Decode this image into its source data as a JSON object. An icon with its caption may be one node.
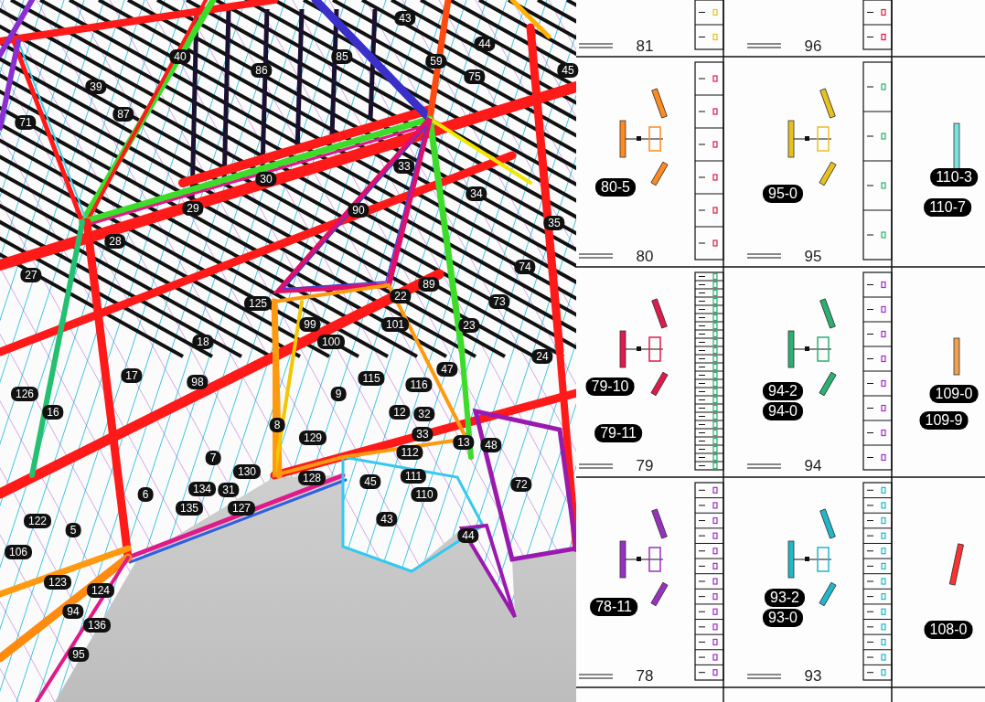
{
  "diagram": {
    "labels": [
      "43",
      "44",
      "40",
      "85",
      "59",
      "86",
      "45",
      "75",
      "39",
      "87",
      "71",
      "33",
      "30",
      "34",
      "29",
      "90",
      "35",
      "28",
      "74",
      "27",
      "89",
      "22",
      "125",
      "73",
      "99",
      "101",
      "23",
      "18",
      "100",
      "24",
      "47",
      "17",
      "115",
      "98",
      "116",
      "126",
      "9",
      "16",
      "12",
      "32",
      "8",
      "33",
      "129",
      "13",
      "48",
      "112",
      "7",
      "130",
      "128",
      "111",
      "45",
      "72",
      "110",
      "134",
      "31",
      "6",
      "135",
      "127",
      "122",
      "43",
      "5",
      "44",
      "106",
      "123",
      "124",
      "94",
      "136",
      "95",
      "81",
      "96",
      "80-5",
      "110-3",
      "95-0",
      "110-7",
      "80",
      "95",
      "79-10",
      "94-2",
      "109-0",
      "94-0",
      "109-9",
      "79-11",
      "79",
      "94",
      "93-2",
      "78-11",
      "93-0",
      "108-0",
      "78",
      "93"
    ]
  }
}
